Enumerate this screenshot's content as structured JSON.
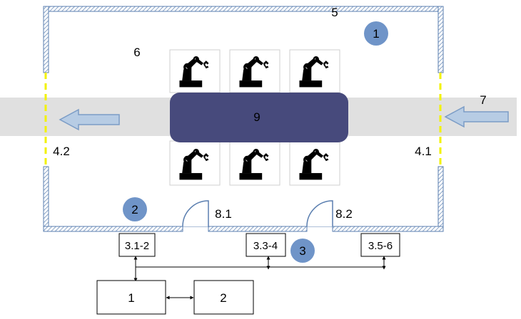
{
  "labels": {
    "cell_wall": "5",
    "cell_interior": "6",
    "conveyor_in": "7",
    "opening_out": "4.2",
    "opening_in": "4.1",
    "pallet": "9",
    "door_left": "8.1",
    "door_right": "8.2"
  },
  "badges": [
    {
      "text": "1"
    },
    {
      "text": "2"
    },
    {
      "text": "3"
    }
  ],
  "controllers": [
    {
      "text": "3.1-2"
    },
    {
      "text": "3.3-4"
    },
    {
      "text": "3.5-6"
    }
  ],
  "computers": [
    {
      "text": "1"
    },
    {
      "text": "2"
    }
  ],
  "robots_count": 6,
  "colors": {
    "wall_hatch": "#5b7fb0",
    "conveyor": "#e0e0e0",
    "pallet": "#474a7c",
    "badge": "#6f94c8",
    "arrow_fill": "#b7cce4",
    "arrow_stroke": "#7b9cc6",
    "opening": "#f2f200",
    "robot": "#000000"
  }
}
